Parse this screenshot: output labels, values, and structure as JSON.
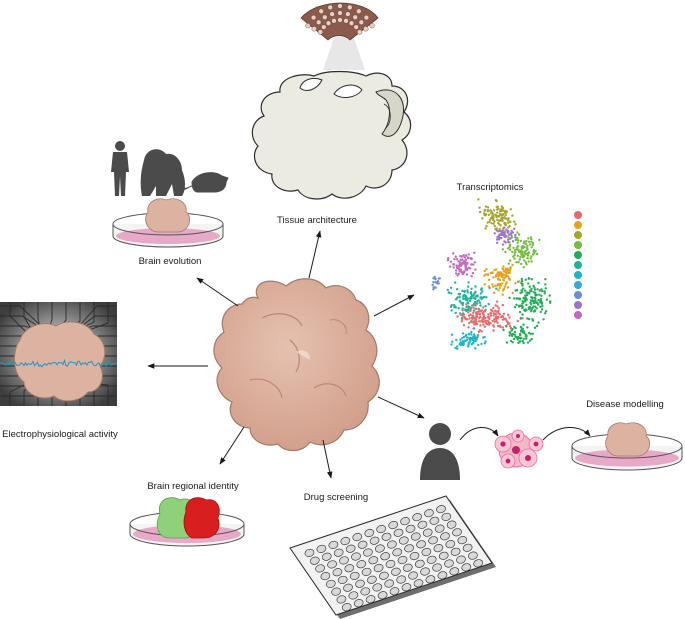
{
  "labels": {
    "tissue_architecture": "Tissue architecture",
    "transcriptomics": "Transcriptomics",
    "brain_evolution": "Brain evolution",
    "electrophysiological_activity": "Electrophysiological activity",
    "disease_modelling": "Disease modelling",
    "brain_regional_identity": "Brain regional identity",
    "drug_screening": "Drug screening"
  },
  "colors": {
    "organoid": "#dcb2a0",
    "organoid_edge": "#a3796a",
    "vase": "#ecebe2",
    "dish_medium": "#e8a9c8",
    "silhouette": "#4b4b4b",
    "forebrain_green": "#8fd17a",
    "region_red": "#d81e1e",
    "trace_blue": "#1f97c7"
  },
  "cluster_palette": [
    "#e86b6b",
    "#e6a21f",
    "#a6a52c",
    "#74bd3f",
    "#22ad59",
    "#20b39b",
    "#1fb6c6",
    "#3aa6dc",
    "#6b8fd6",
    "#9d74c8",
    "#c06ac0"
  ]
}
